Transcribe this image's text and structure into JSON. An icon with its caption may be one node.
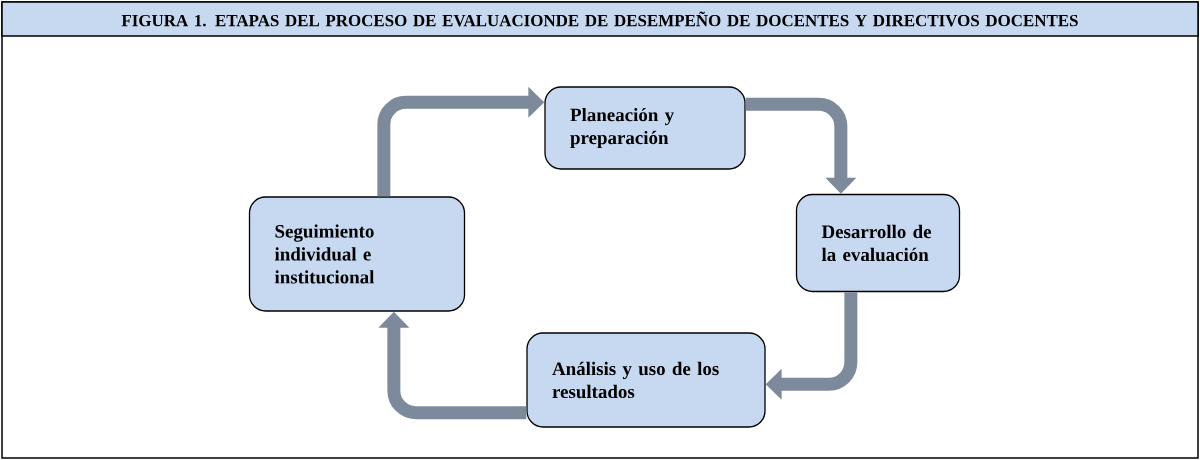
{
  "diagram": {
    "title": "FIGURA 1. ETAPAS DEL PROCESO DE EVALUACIONDE DE DESEMPEÑO DE DOCENTES Y DIRECTIVOS DOCENTES",
    "nodes": [
      {
        "text": [
          "Planeación y preparación"
        ]
      },
      {
        "text": [
          "Desarrollo de la evaluación"
        ]
      },
      {
        "text": [
          "Análisis y uso de los resultados"
        ]
      },
      {
        "text": [
          "Seguimiento individual e institucional"
        ]
      }
    ],
    "edges": [
      {
        "from": 0,
        "to": 1,
        "arrow": "to"
      },
      {
        "from": 1,
        "to": 2,
        "arrow": "to"
      },
      {
        "from": 2,
        "to": 3,
        "arrow": "to"
      },
      {
        "from": 3,
        "to": 0,
        "arrow": "to"
      }
    ]
  }
}
